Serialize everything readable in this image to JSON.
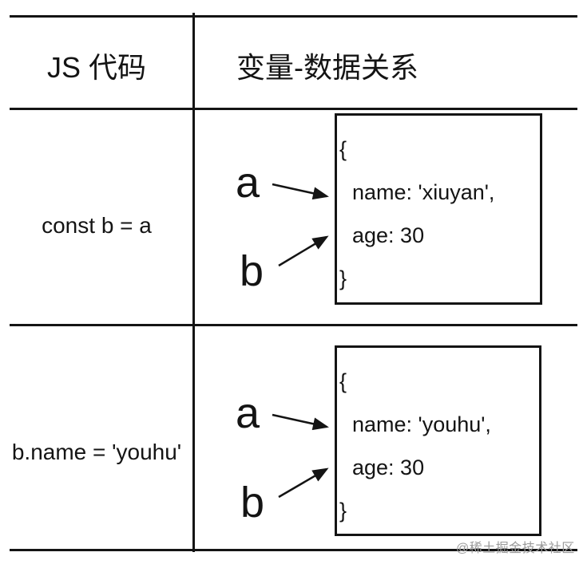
{
  "diagram": {
    "header": {
      "left": "JS 代码",
      "right": "变量-数据关系"
    },
    "rows": [
      {
        "code": "const b = a",
        "variables": [
          "a",
          "b"
        ],
        "object": {
          "brace_open": "{",
          "property_name": "name: 'xiuyan',",
          "property_age": "age: 30",
          "brace_close": "}"
        }
      },
      {
        "code": "b.name = 'youhu'",
        "variables": [
          "a",
          "b"
        ],
        "object": {
          "brace_open": "{",
          "property_name": "name: 'youhu',",
          "property_age": "age: 30",
          "brace_close": "}"
        }
      }
    ],
    "watermark": "@稀土掘金技术社区",
    "colors": {
      "ink": "#141414",
      "background": "#ffffff",
      "watermark": "#9a9a9a"
    }
  }
}
